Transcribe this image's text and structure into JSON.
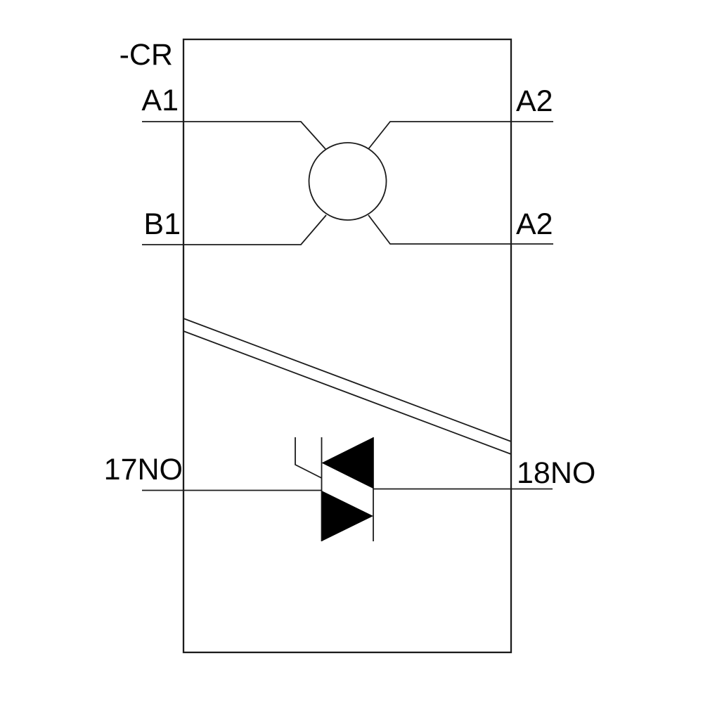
{
  "diagram": {
    "type": "electrical-schematic",
    "device_label": "-CR",
    "coil_section": {
      "terminal_a1": "A1",
      "terminal_a2_top": "A2",
      "terminal_b1": "B1",
      "terminal_a2_bottom": "A2"
    },
    "output_section": {
      "terminal_17": "17NO",
      "terminal_18": "18NO"
    },
    "symbols": [
      "device-outline-rect",
      "coil-circle",
      "isolation-barrier-double-diagonal",
      "triac-symbol",
      "gate-lead"
    ],
    "colors": {
      "line": "#1c1c1c",
      "fill": "#000000",
      "background": "#ffffff"
    }
  }
}
